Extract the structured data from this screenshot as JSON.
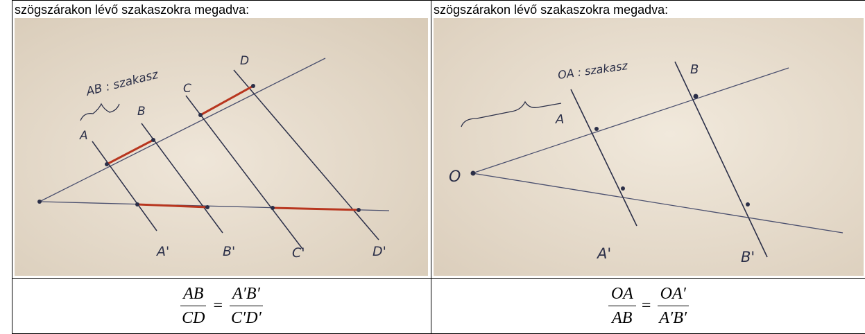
{
  "left": {
    "caption": "szögszárakon lévő szakaszokra megadva:",
    "note": "AB : szakasz",
    "points": {
      "A": "A",
      "B": "B",
      "C": "C",
      "D": "D",
      "A1": "A'",
      "B1": "B'",
      "C1": "C'",
      "D1": "D'"
    },
    "formula": {
      "num_left": "AB",
      "den_left": "CD",
      "eq": "=",
      "num_right": "A′B′",
      "den_right": "C′D′"
    }
  },
  "right": {
    "caption": "szögszárakon lévő szakaszokra megadva:",
    "note": "OA : szakasz",
    "points": {
      "O": "O",
      "A": "A",
      "B": "B",
      "A1": "A'",
      "B1": "B'"
    },
    "formula": {
      "num_left": "OA",
      "den_left": "AB",
      "eq": "=",
      "num_right": "OA′",
      "den_right": "A′B′"
    }
  },
  "colors": {
    "paper": "#e9e0d2",
    "ink": "#2b2f48",
    "highlight": "#b8361f"
  }
}
